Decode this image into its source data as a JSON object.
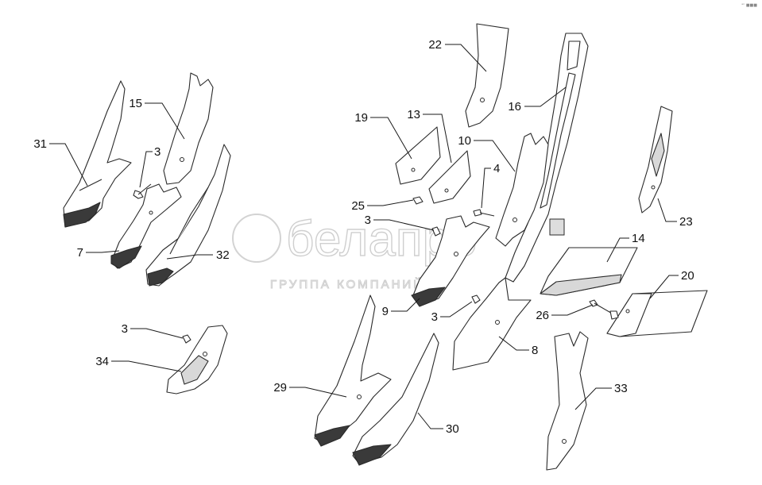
{
  "watermark": {
    "brand": "белапро",
    "tagline": "ГРУППА КОМПАНИЙ"
  },
  "corner_mark": "ᵃⁿ ■■■",
  "callouts": {
    "p22": "22",
    "p16": "16",
    "p15": "15",
    "p31": "31",
    "p3a": "3",
    "p19": "19",
    "p13": "13",
    "p10": "10",
    "p4": "4",
    "p25": "25",
    "p3b": "3",
    "p23": "23",
    "p14": "14",
    "p7": "7",
    "p32": "32",
    "p20": "20",
    "p9": "9",
    "p3c": "3",
    "p26": "26",
    "p3d": "3",
    "p8": "8",
    "p34": "34",
    "p29": "29",
    "p33": "33",
    "p30": "30"
  }
}
